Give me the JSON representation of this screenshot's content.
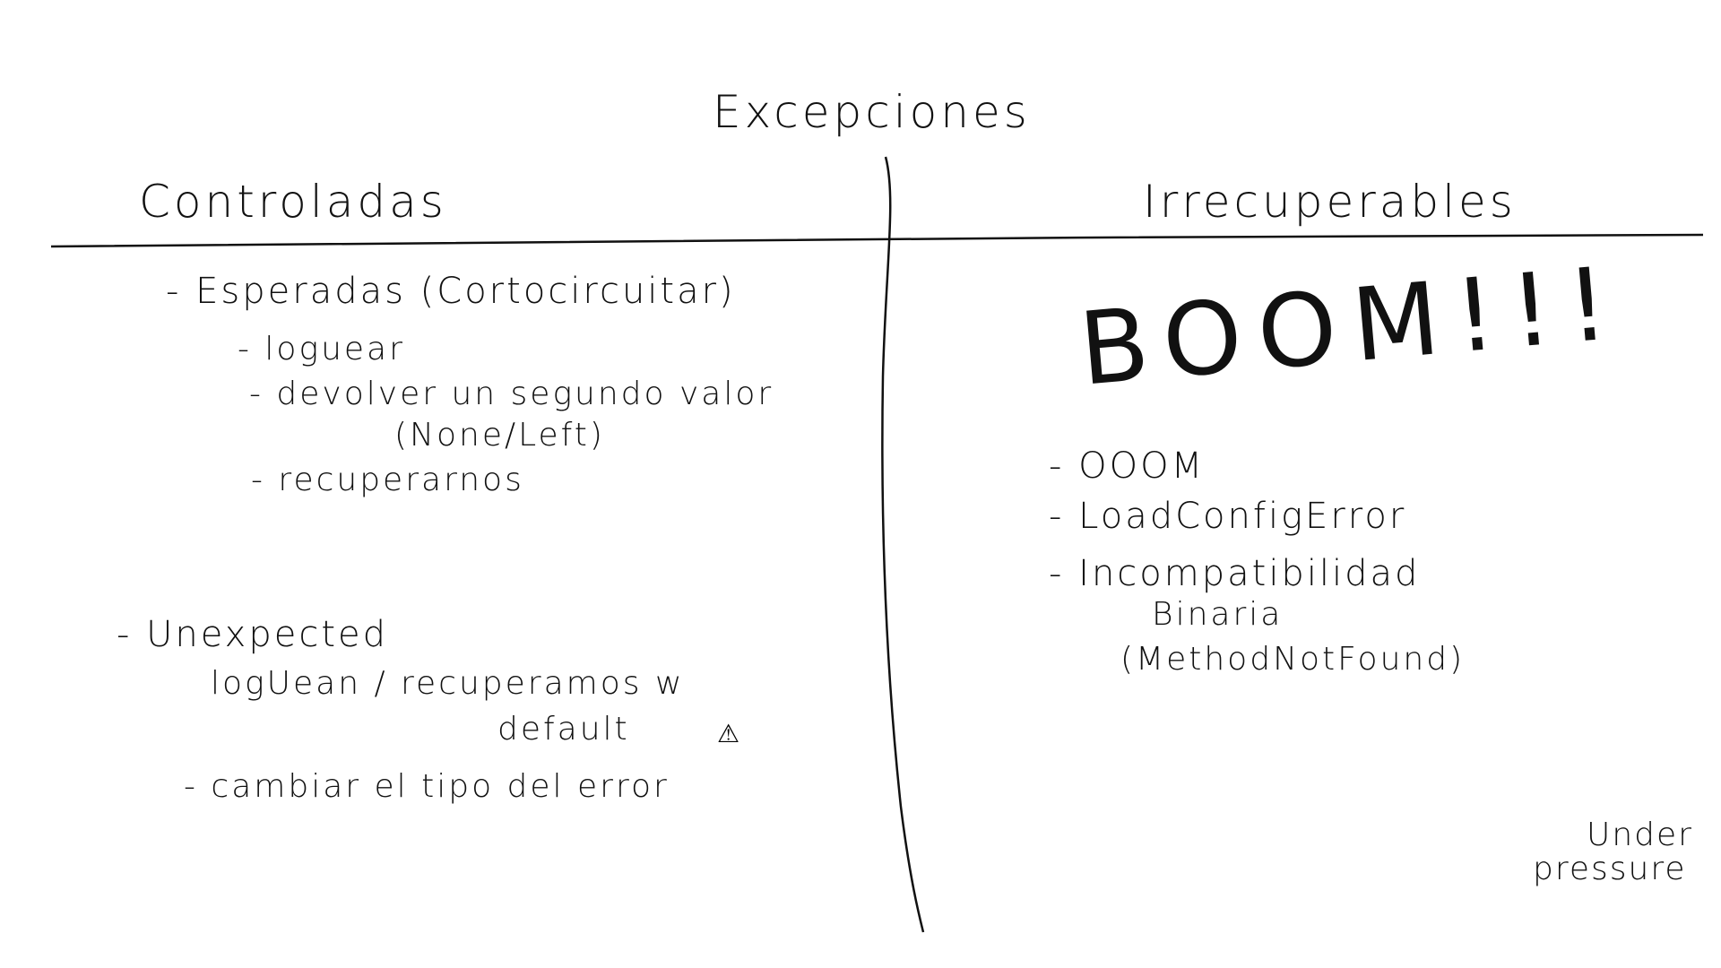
{
  "title": "Excepciones",
  "left": {
    "heading": "Controladas",
    "items": [
      "- Esperadas (Cortocircuitar)",
      "- loguear",
      "- devolver un segundo valor",
      "(None/Left)",
      "- recuperarnos",
      "- Unexpected",
      "logUean / recuperamos w",
      "default",
      "- cambiar el tipo del error"
    ],
    "warning_icon": "warning-triangle-icon"
  },
  "right": {
    "heading": "Irrecuperables",
    "boom": "BOOM!!!",
    "items": [
      "- OOOM",
      "- LoadConfigError",
      "- Incompatibilidad",
      "Binaria",
      "(MethodNotFound)"
    ],
    "note_line1": "Under",
    "note_line2": "pressure"
  },
  "colors": {
    "ink": "#111111",
    "background": "#ffffff"
  }
}
